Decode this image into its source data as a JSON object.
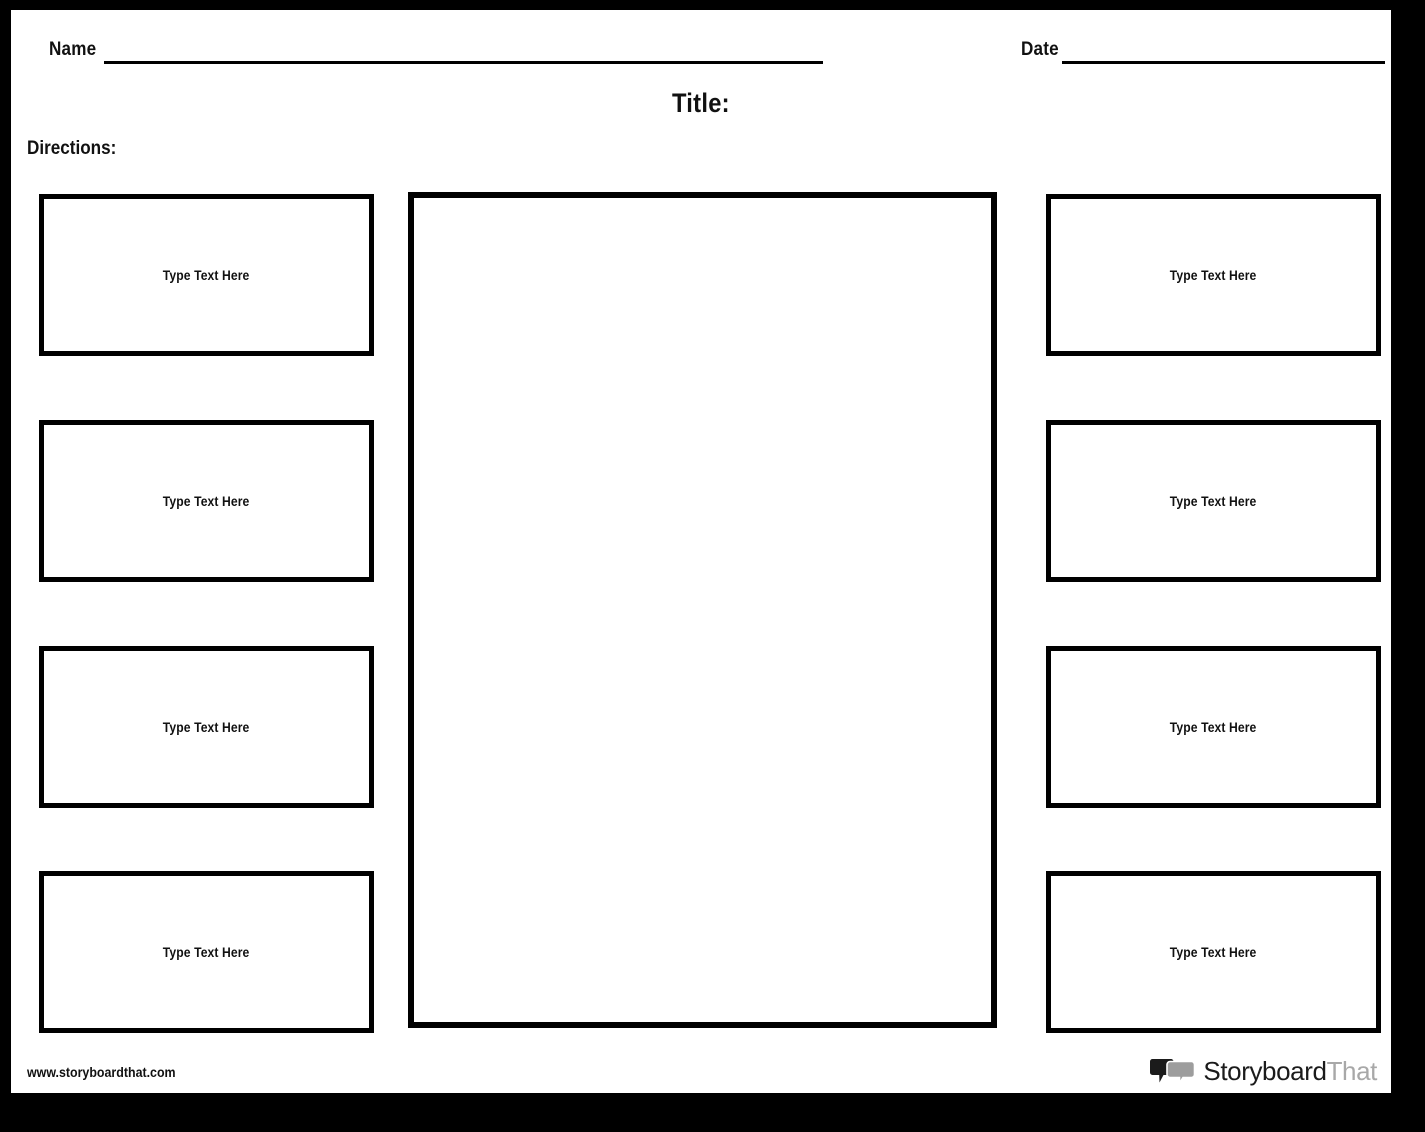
{
  "page": {
    "frame_color": "#000000",
    "sheet_color": "#ffffff",
    "ink_color": "#111111"
  },
  "header": {
    "name_label": "Name",
    "date_label": "Date"
  },
  "title": {
    "label": "Title:"
  },
  "directions": {
    "label": "Directions:"
  },
  "cells": {
    "placeholder": "Type Text Here",
    "left_column": [
      {
        "label": "Type Text Here"
      },
      {
        "label": "Type Text Here"
      },
      {
        "label": "Type Text Here"
      },
      {
        "label": "Type Text Here"
      }
    ],
    "right_column": [
      {
        "label": "Type Text Here"
      },
      {
        "label": "Type Text Here"
      },
      {
        "label": "Type Text Here"
      },
      {
        "label": "Type Text Here"
      }
    ],
    "center": {
      "label": ""
    }
  },
  "footer": {
    "url": "www.storyboardthat.com",
    "brand_primary": "Storyboard",
    "brand_secondary": "That",
    "brand_primary_color": "#1b1b1b",
    "brand_secondary_color": "#a8a8a8",
    "logo_icon": "speech-bubbles-icon"
  }
}
